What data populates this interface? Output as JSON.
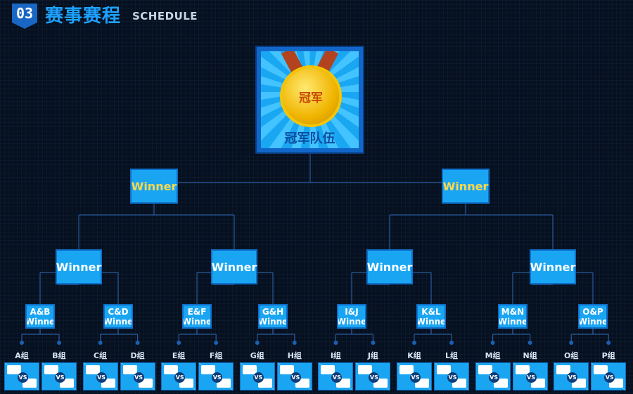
{
  "header": {
    "number": "03",
    "title": "赛事赛程",
    "subtitle": "SCHEDULE"
  },
  "champion": {
    "label": "冠军队伍",
    "medal_text": "冠军"
  },
  "colors": {
    "box": "#1aa5f2",
    "box_border": "#0d6fcb",
    "line": "#2a5a9a",
    "gold": "#ffd84a"
  },
  "round3": [
    "Winner",
    "Winner"
  ],
  "round2": [
    "Winner",
    "Winner",
    "Winner",
    "Winner"
  ],
  "round1": [
    {
      "pair": "A&B",
      "label": "Winne"
    },
    {
      "pair": "C&D",
      "label": "Winne"
    },
    {
      "pair": "E&F",
      "label": "Winne"
    },
    {
      "pair": "G&H",
      "label": "Winne"
    },
    {
      "pair": "I&J",
      "label": "Winne"
    },
    {
      "pair": "K&L",
      "label": "Winne"
    },
    {
      "pair": "M&N",
      "label": "Winne"
    },
    {
      "pair": "O&P",
      "label": "Winne"
    }
  ],
  "groups": [
    "A组",
    "B组",
    "C组",
    "D组",
    "E组",
    "F组",
    "G组",
    "H组",
    "I组",
    "J组",
    "K组",
    "L组",
    "M组",
    "N组",
    "O组",
    "P组"
  ],
  "vs_label": "VS"
}
